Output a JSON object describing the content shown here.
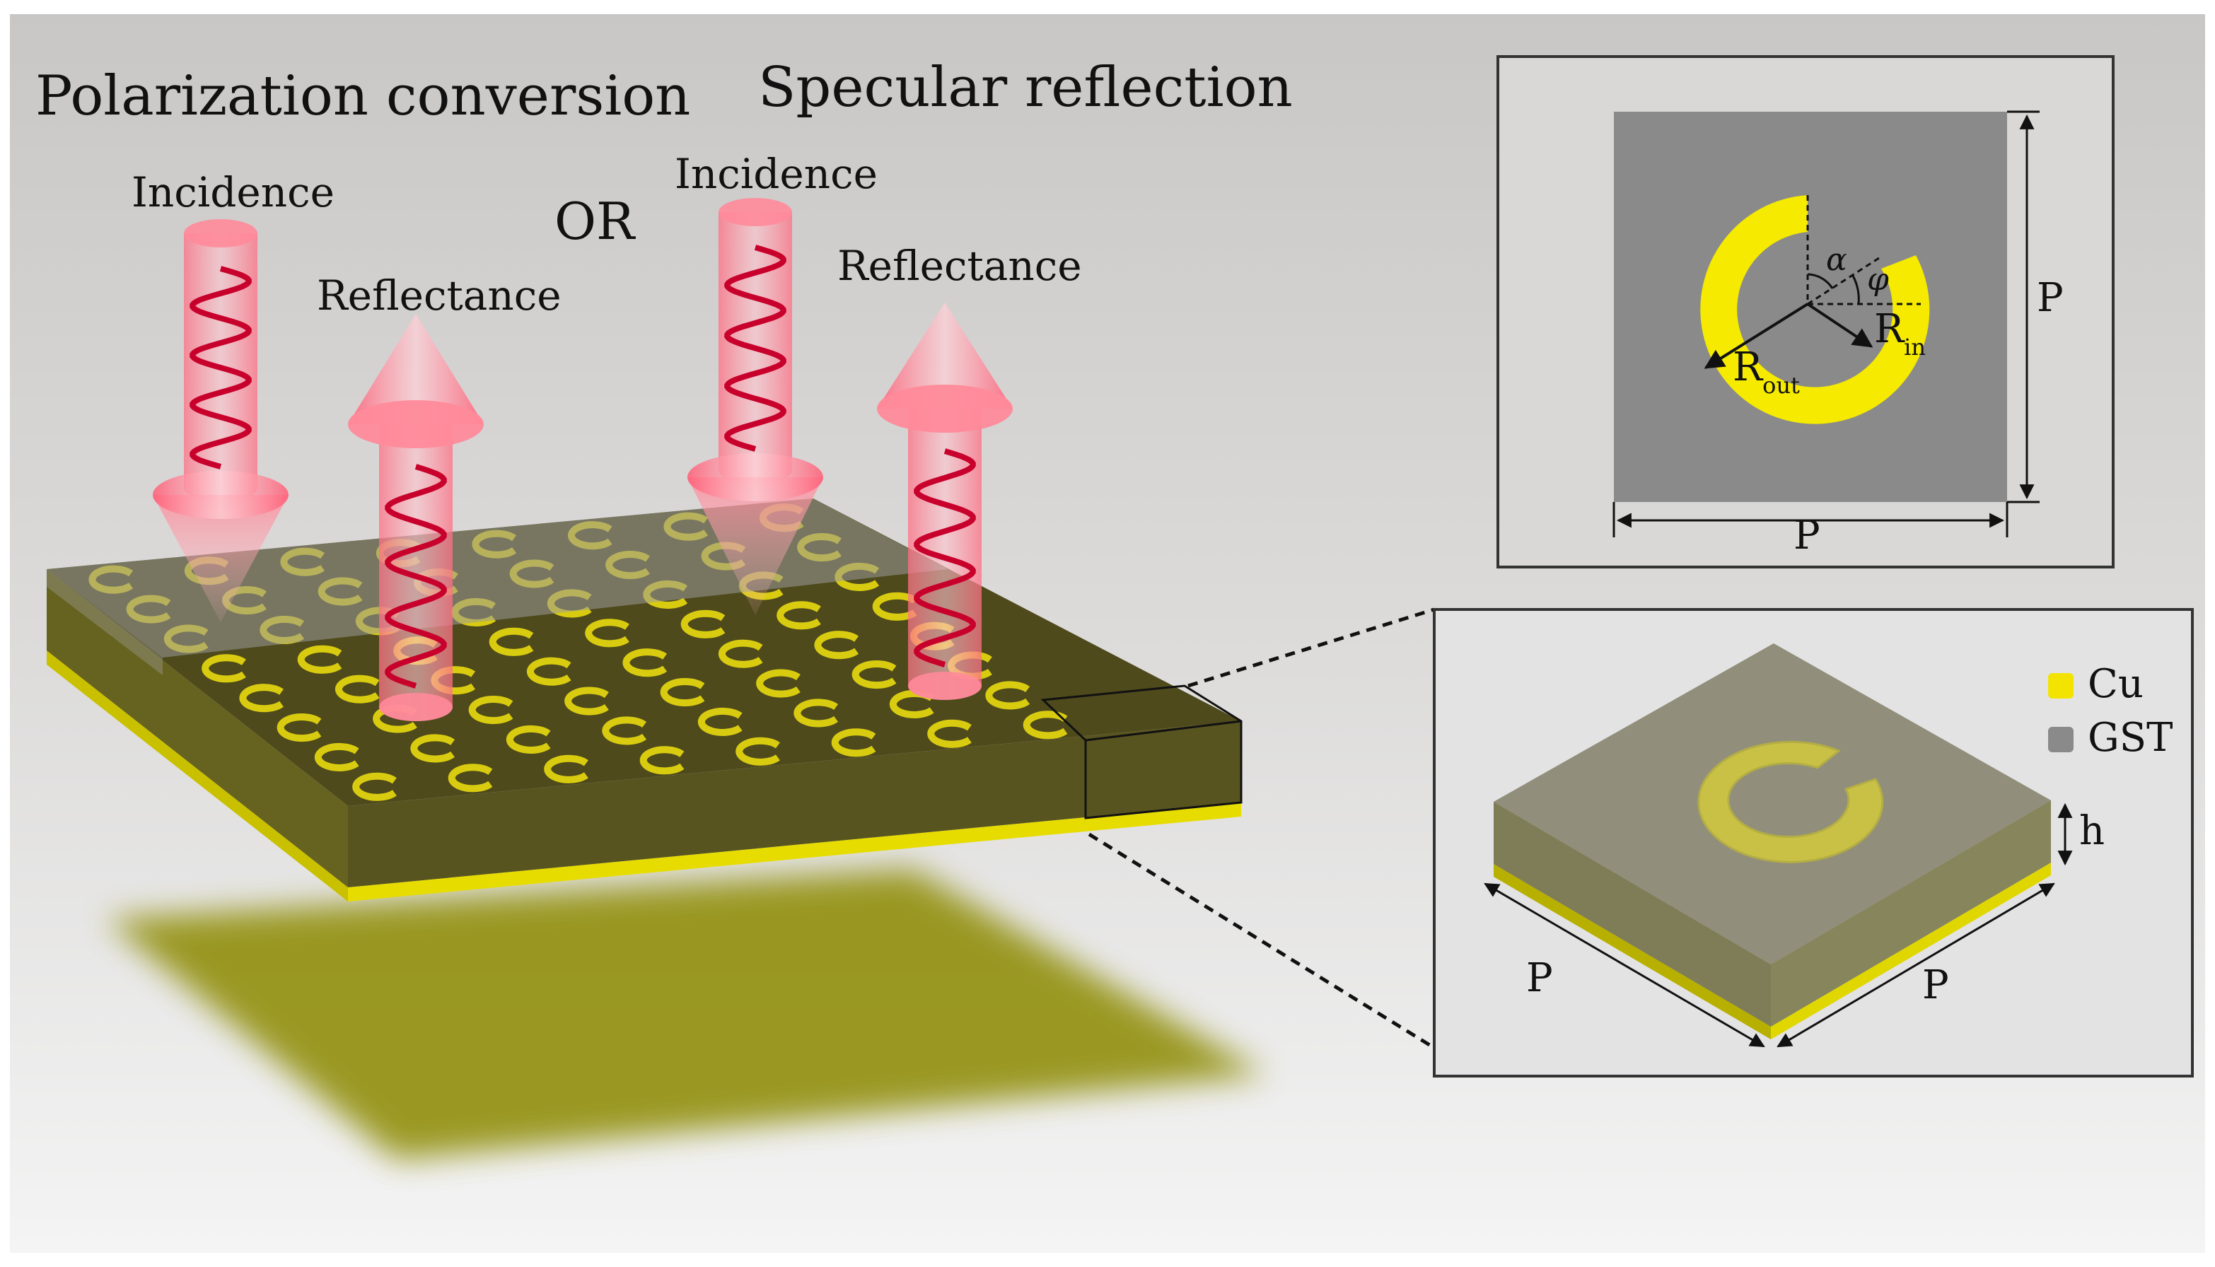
{
  "main_panel": {
    "left_title": "Polarization conversion",
    "right_title": "Specular reflection",
    "or_label": "OR",
    "left_incidence": "Incidence",
    "left_reflectance": "Reflectance",
    "right_incidence": "Incidence",
    "right_reflectance": "Reflectance"
  },
  "top_view": {
    "alpha": "α",
    "phi": "φ",
    "r_in": "R",
    "r_in_sub": "in",
    "r_out": "R",
    "r_out_sub": "out",
    "period_vertical": "P",
    "period_horizontal": "P"
  },
  "unit_cell": {
    "legend": [
      {
        "label": "Cu",
        "color": "#f2e400"
      },
      {
        "label": "GST",
        "color": "#8a8a8a"
      }
    ],
    "height_label": "h",
    "period_left": "P",
    "period_right": "P"
  },
  "colors": {
    "copper": "#f2e400",
    "gst": "#888888",
    "substrate": "#5b5a1e",
    "beam": "#ff7a8a",
    "helix": "#c8002c"
  }
}
